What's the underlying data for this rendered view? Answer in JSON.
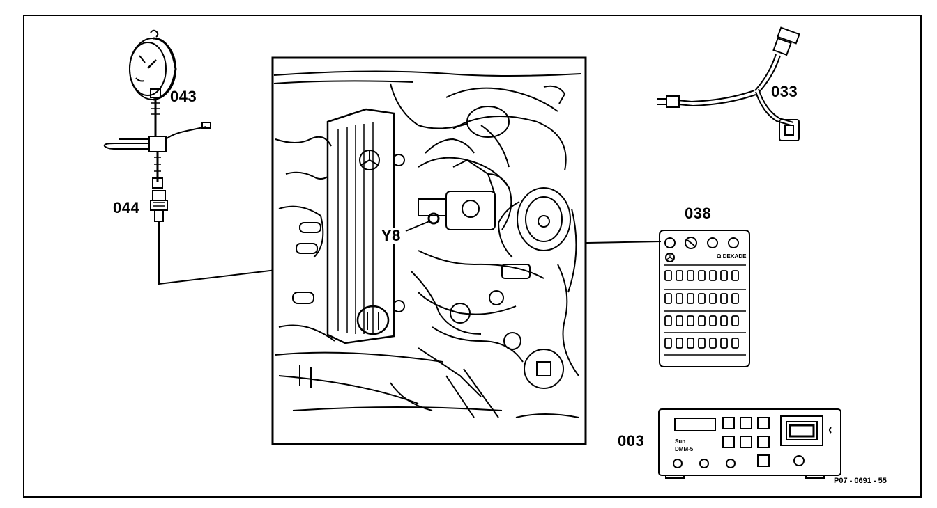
{
  "labels": {
    "gauge": "043",
    "adapter": "044",
    "cable": "033",
    "decade_box": "038",
    "tester": "003",
    "valve": "Y8"
  },
  "decade_box": {
    "mark_logo": "Ω",
    "mark_text": "DEKADE"
  },
  "tester": {
    "brand": "Sun",
    "model": "DMM-5"
  },
  "figure_ref": "P07 - 0691 - 55"
}
